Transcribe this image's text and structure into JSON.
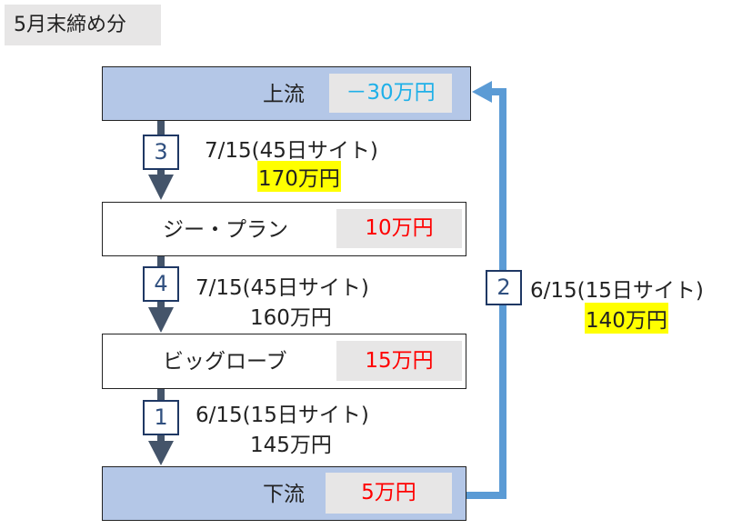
{
  "title": "5月末締め分",
  "nodes": [
    {
      "label": "上流",
      "amount": "－30万円"
    },
    {
      "label": "ジー・プラン",
      "amount": "10万円"
    },
    {
      "label": "ビッグローブ",
      "amount": "15万円"
    },
    {
      "label": "下流",
      "amount": "5万円"
    }
  ],
  "flows": [
    {
      "step": "3",
      "date": "7/15(45日サイト)",
      "amount": "170万円"
    },
    {
      "step": "4",
      "date": "7/15(45日サイト)",
      "amount": "160万円"
    },
    {
      "step": "1",
      "date": "6/15(15日サイト)",
      "amount": "145万円"
    },
    {
      "step": "2",
      "date": "6/15(15日サイト)",
      "amount": "140万円"
    }
  ],
  "colors": {
    "node_blue": "#b4c7e7",
    "arrow_dark": "#44546a",
    "arrow_blue": "#5b9bd5",
    "positive": "#ff0000",
    "negative": "#1fb0e8",
    "highlight": "#ffff00"
  }
}
